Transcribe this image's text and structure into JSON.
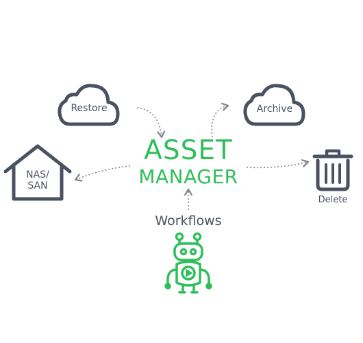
{
  "diagram": {
    "center": {
      "line1": "ASSET",
      "line2": "MANAGER"
    },
    "nodes": {
      "restore": "Restore",
      "archive": "Archive",
      "nas_san": [
        "NAS/",
        "SAN"
      ],
      "delete": "Delete",
      "workflows": "Workflows"
    },
    "colors": {
      "accent": "#2fbf5a",
      "outline": "#4a5160",
      "arrow": "#8a8f99"
    },
    "icons": [
      "cloud-icon",
      "house-icon",
      "trash-can-icon",
      "robot-icon"
    ]
  }
}
